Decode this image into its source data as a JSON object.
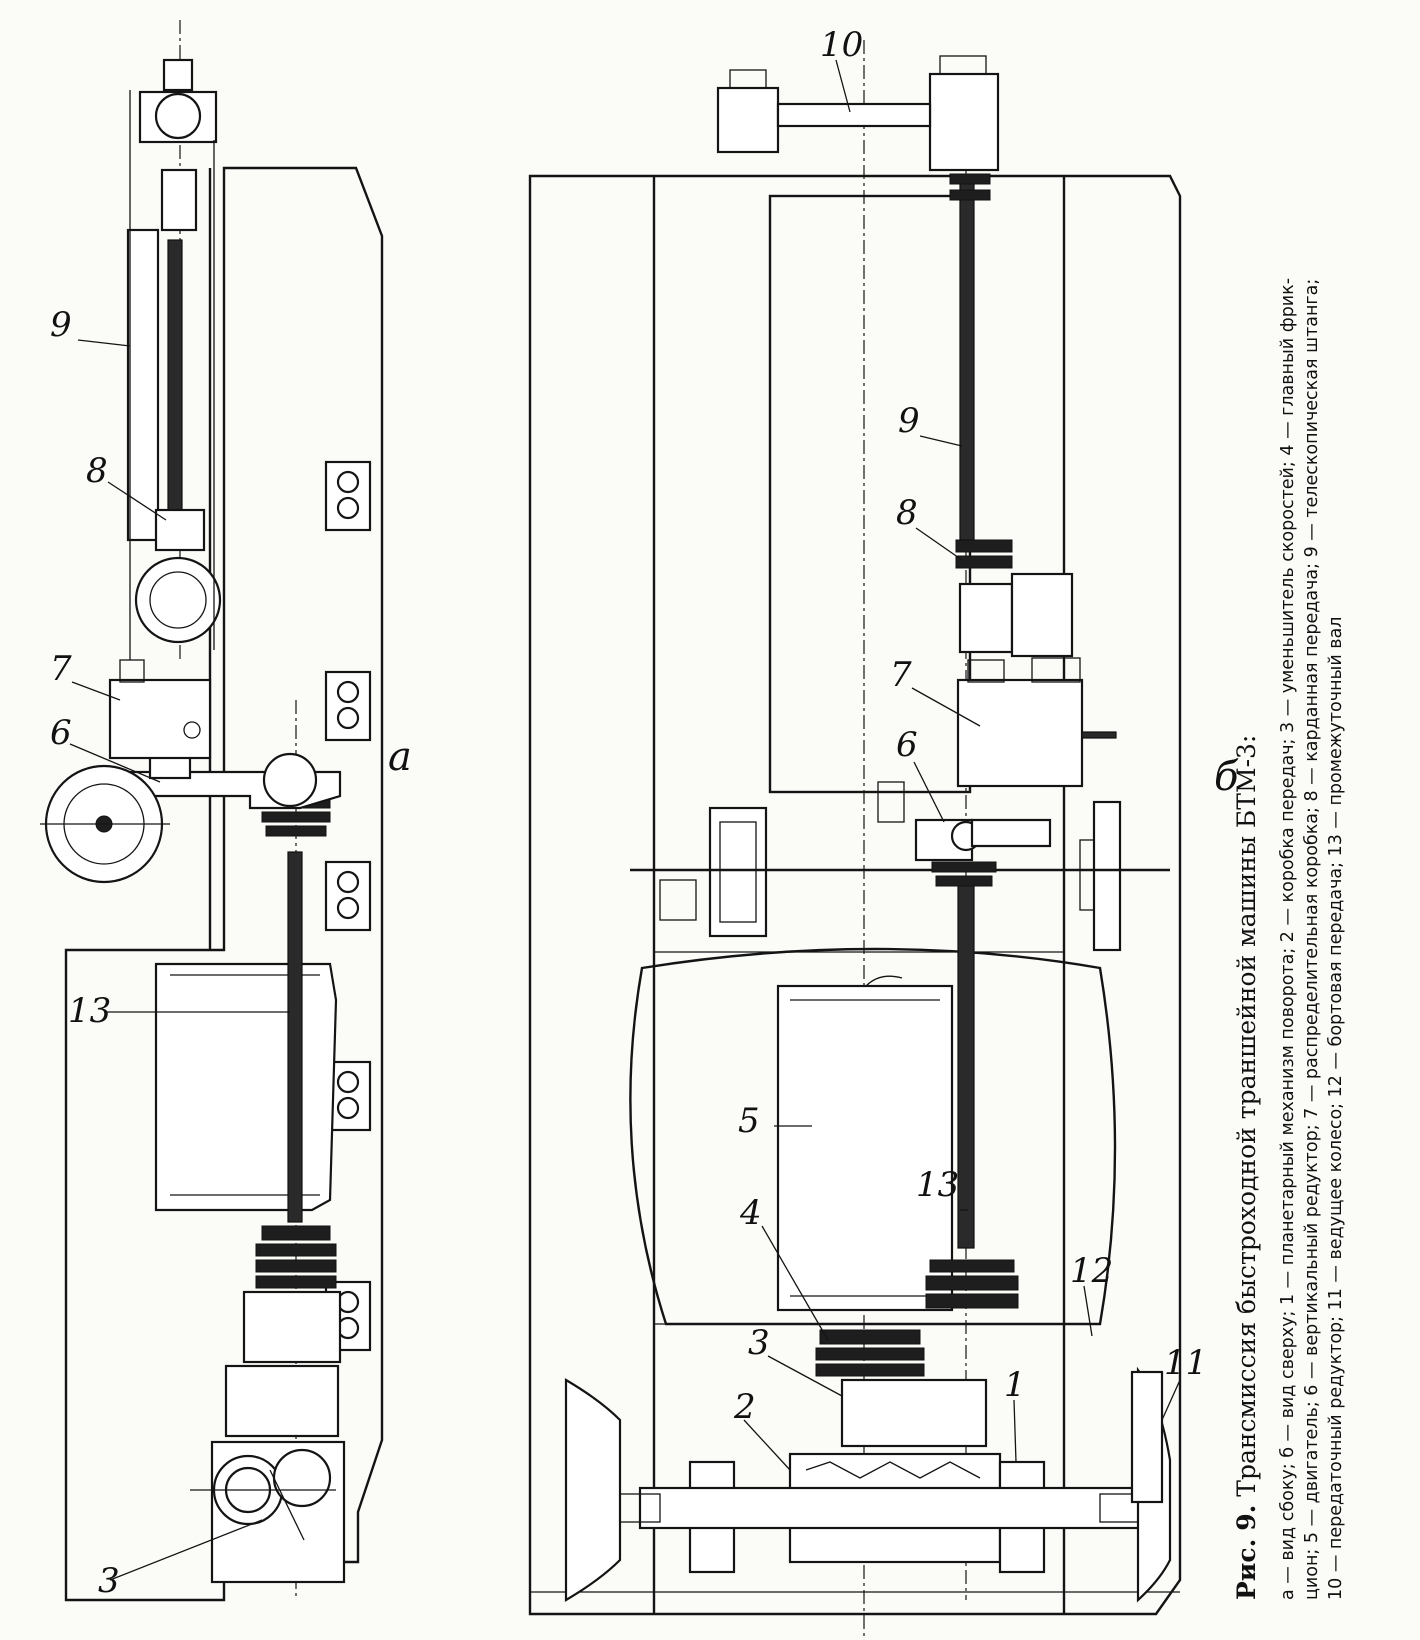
{
  "figure": {
    "title_prefix": "Рис.",
    "title_number": "9.",
    "title_text": "Трансмиссия быстроходной траншейной машины БТМ-3:",
    "legend_lines": [
      "а — вид сбоку; б — вид сверху; 1 — планетарный механизм поворота; 2 — коробка передач; 3 — уменьшитель скоростей; 4 — главный фрик-",
      "цион; 5 — двигатель; 6 — вертикальный редуктор; 7 — распределительная коробка; 8 — карданная передача; 9 — телескопическая штанга;",
      "10 — передаточный редуктор; 11 — ведущее колесо; 12 — бортовая передача; 13 — промежуточный вал"
    ]
  },
  "views": {
    "side_view_letter": "а",
    "top_view_letter": "б"
  },
  "labels_side": {
    "l3": "3",
    "l13": "13",
    "l6": "6",
    "l7": "7",
    "l8": "8",
    "l9": "9"
  },
  "labels_top": {
    "l1": "1",
    "l2": "2",
    "l3": "3",
    "l4": "4",
    "l5": "5",
    "l13": "13",
    "l12": "12",
    "l11": "11",
    "l6": "6",
    "l7": "7",
    "l8": "8",
    "l9": "9",
    "l10": "10"
  }
}
